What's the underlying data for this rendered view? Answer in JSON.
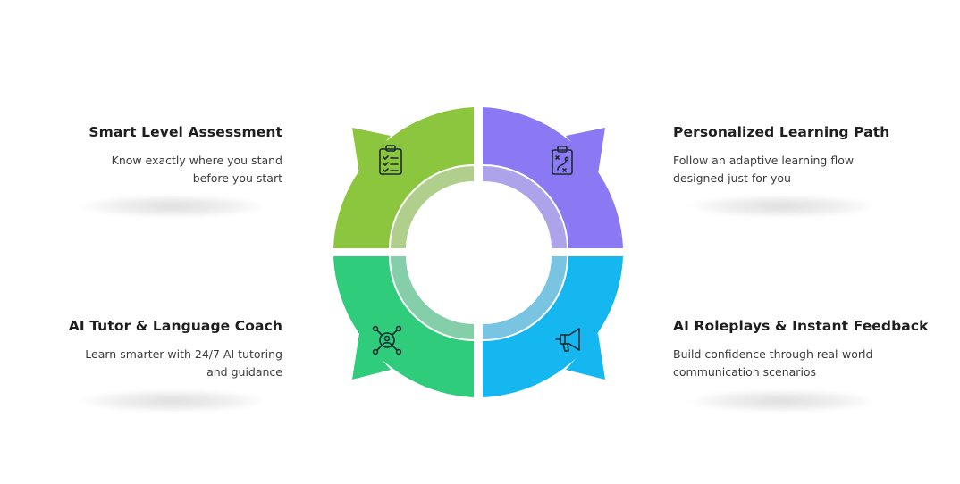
{
  "features": {
    "top_left": {
      "title": "Smart Level Assessment",
      "desc_line1": "Know exactly where you stand",
      "desc_line2": "before you start",
      "color": "#8dc63f",
      "icon": "clipboard-checklist-icon"
    },
    "top_right": {
      "title": "Personalized Learning Path",
      "desc_line1": "Follow an adaptive learning flow",
      "desc_line2": "designed just for you",
      "color": "#8b78f2",
      "icon": "strategy-board-icon"
    },
    "bottom_left": {
      "title": "AI Tutor & Language Coach",
      "desc_line1": "Learn smarter with 24/7 AI tutoring",
      "desc_line2": "and guidance",
      "color": "#2ecc7a",
      "icon": "network-person-icon"
    },
    "bottom_right": {
      "title": "AI Roleplays & Instant Feedback",
      "desc_line1": "Build confidence through real-world",
      "desc_line2": "communication scenarios",
      "color": "#14b8f0",
      "icon": "megaphone-icon"
    }
  }
}
